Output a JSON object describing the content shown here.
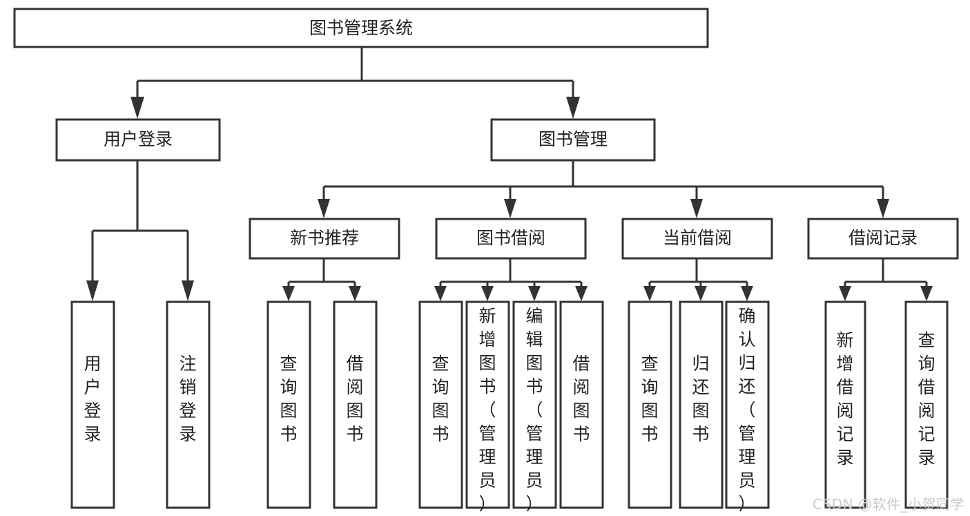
{
  "diagram": {
    "title": "图书管理系统",
    "watermark": "CSDN @软件_小贺同学",
    "colors": {
      "stroke": "#333333",
      "fill": "#ffffff",
      "text": "#222222",
      "watermark": "#c9c9c9",
      "background": "#ffffff"
    },
    "levels": {
      "root": {
        "label": "图书管理系统"
      },
      "level2": [
        {
          "id": "user-login",
          "label": "用户登录"
        },
        {
          "id": "book-management",
          "label": "图书管理"
        }
      ],
      "level3": [
        {
          "id": "new-book-recommend",
          "label": "新书推荐"
        },
        {
          "id": "book-borrow",
          "label": "图书借阅"
        },
        {
          "id": "current-borrow",
          "label": "当前借阅"
        },
        {
          "id": "borrow-record",
          "label": "借阅记录"
        }
      ],
      "leaves": [
        {
          "id": "leaf-user-login",
          "label": "用户登录",
          "parent": "user-login"
        },
        {
          "id": "leaf-user-logout",
          "label": "注销登录",
          "parent": "user-login"
        },
        {
          "id": "leaf-query-book-1",
          "label": "查询图书",
          "parent": "new-book-recommend"
        },
        {
          "id": "leaf-borrow-book-1",
          "label": "借阅图书",
          "parent": "new-book-recommend"
        },
        {
          "id": "leaf-query-book-2",
          "label": "查询图书",
          "parent": "book-borrow"
        },
        {
          "id": "leaf-add-book",
          "label": "新增图书（管理员）",
          "parent": "book-borrow"
        },
        {
          "id": "leaf-edit-book",
          "label": "编辑图书（管理员）",
          "parent": "book-borrow"
        },
        {
          "id": "leaf-borrow-book-2",
          "label": "借阅图书",
          "parent": "book-borrow"
        },
        {
          "id": "leaf-query-book-3",
          "label": "查询图书",
          "parent": "current-borrow"
        },
        {
          "id": "leaf-return-book",
          "label": "归还图书",
          "parent": "current-borrow"
        },
        {
          "id": "leaf-confirm-return",
          "label": "确认归还（管理员）",
          "parent": "current-borrow"
        },
        {
          "id": "leaf-add-record",
          "label": "新增借阅记录",
          "parent": "borrow-record"
        },
        {
          "id": "leaf-query-record",
          "label": "查询借阅记录",
          "parent": "borrow-record"
        }
      ]
    }
  }
}
